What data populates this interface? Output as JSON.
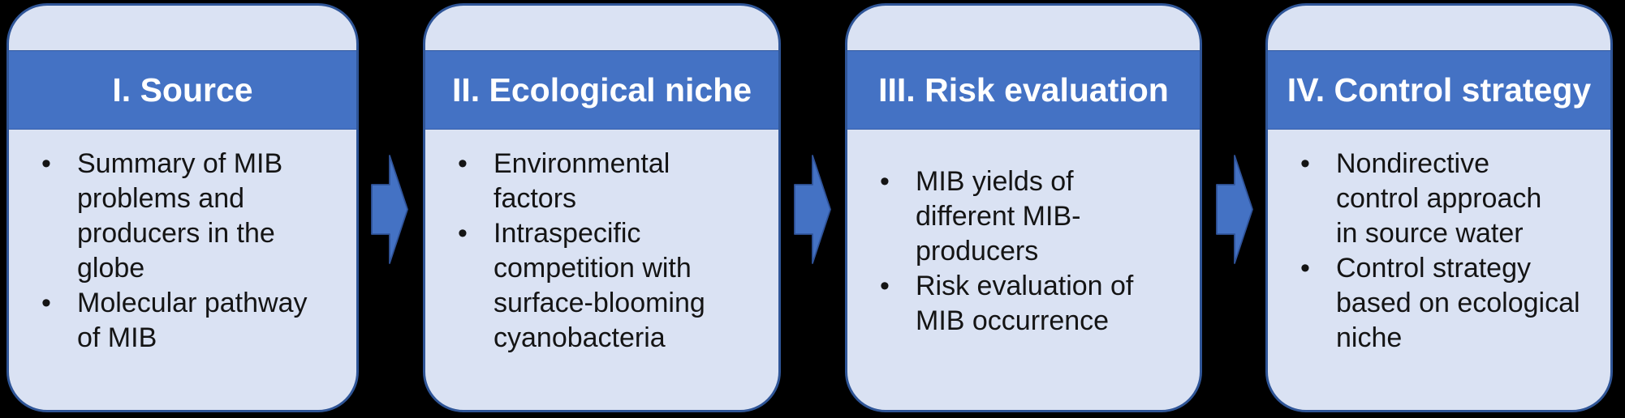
{
  "diagram": {
    "type": "flow",
    "background_color": "#000000",
    "colors": {
      "card_background": "#dae2f3",
      "card_border": "#2f5597",
      "header_background": "#4472c4",
      "title_text": "#ffffff",
      "body_text": "#141414",
      "arrow_fill": "#4472c4",
      "arrow_border": "#30549b"
    },
    "cards": [
      {
        "title": "I. Source",
        "bullets": [
          {
            "text": "Summary of MIB\nproblems and\nproducers in the\nglobe"
          },
          {
            "text": "Molecular pathway\nof MIB"
          }
        ]
      },
      {
        "title": "II. Ecological niche",
        "bullets": [
          {
            "text": "Environmental\nfactors"
          },
          {
            "text": "Intraspecific\ncompetition with\nsurface-blooming\ncyanobacteria"
          }
        ]
      },
      {
        "title": "III. Risk evaluation",
        "bullets": [
          {
            "text": "MIB yields of\ndifferent MIB-\nproducers"
          },
          {
            "text": "Risk evaluation of\nMIB occurrence"
          }
        ]
      },
      {
        "title": "IV. Control strategy",
        "bullets": [
          {
            "text": "Nondirective\ncontrol approach\nin source water"
          },
          {
            "text": "Control strategy\nbased on ecological\nniche"
          }
        ]
      }
    ],
    "arrows": [
      {
        "name": "arrow-source-to-ecological-niche",
        "direction": "right"
      },
      {
        "name": "arrow-ecological-niche-to-risk-evaluation",
        "direction": "right"
      },
      {
        "name": "arrow-risk-evaluation-to-control-strategy",
        "direction": "right"
      }
    ]
  }
}
